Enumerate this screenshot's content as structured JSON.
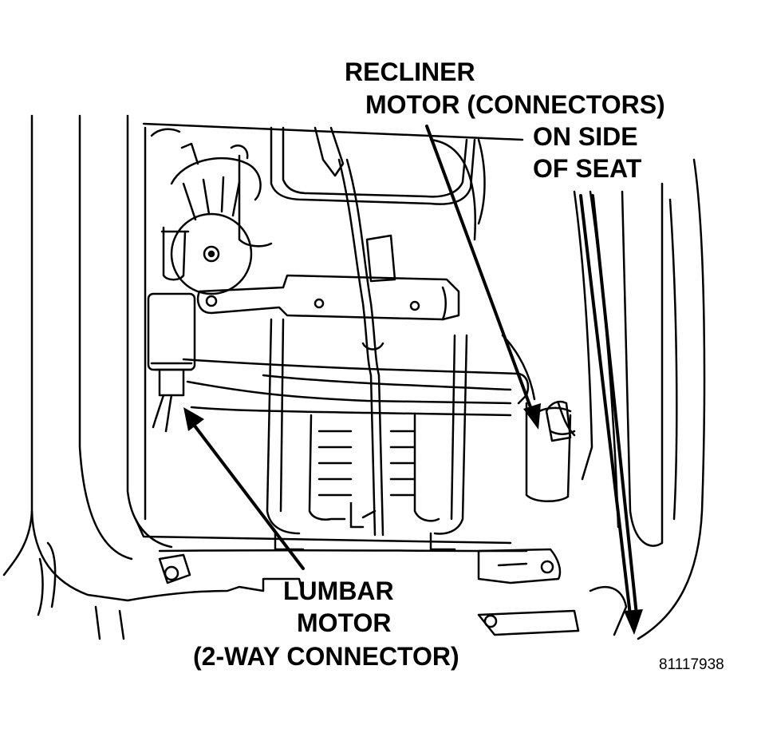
{
  "callouts": {
    "recliner": [
      "RECLINER",
      "MOTOR (CONNECTORS)",
      "ON SIDE",
      "OF SEAT"
    ],
    "lumbar": [
      "LUMBAR",
      "MOTOR",
      "(2-WAY CONNECTOR)"
    ]
  },
  "figure_number": "81117938",
  "colors": {
    "ink": "#000000",
    "paper": "#ffffff"
  }
}
